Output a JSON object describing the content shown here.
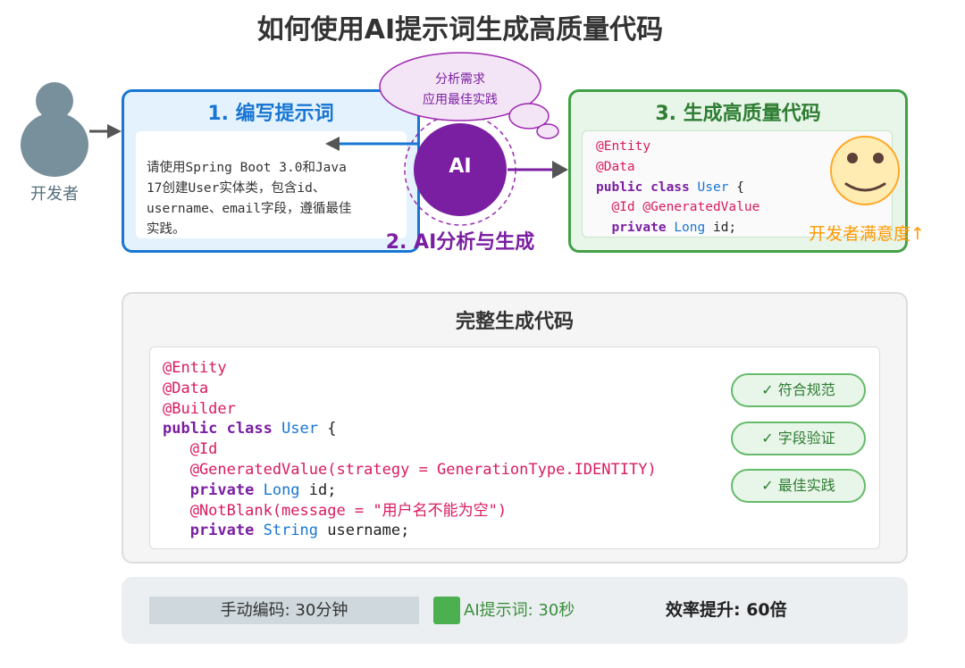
{
  "title": "如何使用AI提示词生成高质量代码",
  "developer": {
    "label": "开发者",
    "icon": "person-icon"
  },
  "step1": {
    "title": "1. 编写提示词",
    "prompt_lines": [
      "请使用Spring Boot 3.0和Java",
      "17创建User实体类，包含id、",
      "username、email字段，遵循最佳",
      "实践。"
    ]
  },
  "step2": {
    "title": "2. AI分析与生成",
    "ai_label": "AI",
    "bubble_lines": [
      "分析需求",
      "应用最佳实践"
    ]
  },
  "step3": {
    "title": "3. 生成高质量代码",
    "code": [
      [
        {
          "t": "@Entity",
          "k": "ann"
        }
      ],
      [
        {
          "t": "@Data",
          "k": "ann"
        }
      ],
      [
        {
          "t": "public class ",
          "k": "kw"
        },
        {
          "t": "User",
          "k": "ty"
        },
        {
          "t": " {",
          "k": "pl"
        }
      ],
      [
        {
          "t": "  @Id @GeneratedValue",
          "k": "ann"
        }
      ],
      [
        {
          "t": "  private ",
          "k": "kw"
        },
        {
          "t": "Long",
          "k": "ty"
        },
        {
          "t": " id;",
          "k": "pl"
        }
      ]
    ],
    "satisfaction": "开发者满意度↑",
    "smiley_icon": "smiley-face-icon"
  },
  "full_code": {
    "title": "完整生成代码",
    "code": [
      [
        {
          "t": "@Entity",
          "k": "ann"
        }
      ],
      [
        {
          "t": "@Data",
          "k": "ann"
        }
      ],
      [
        {
          "t": "@Builder",
          "k": "ann"
        }
      ],
      [
        {
          "t": "public class ",
          "k": "kw"
        },
        {
          "t": "User",
          "k": "ty"
        },
        {
          "t": " {",
          "k": "pl"
        }
      ],
      [
        {
          "t": "   @Id",
          "k": "ann"
        }
      ],
      [
        {
          "t": "   @GeneratedValue(strategy = GenerationType.IDENTITY)",
          "k": "ann"
        }
      ],
      [
        {
          "t": "   private ",
          "k": "kw"
        },
        {
          "t": "Long",
          "k": "ty"
        },
        {
          "t": " id;",
          "k": "pl"
        }
      ],
      [
        {
          "t": "   @NotBlank(message = \"用户名不能为空\")",
          "k": "ann"
        }
      ],
      [
        {
          "t": "   private ",
          "k": "kw"
        },
        {
          "t": "String",
          "k": "ty"
        },
        {
          "t": " username;",
          "k": "pl"
        }
      ]
    ],
    "badges": [
      "✓ 符合规范",
      "✓ 字段验证",
      "✓ 最佳实践"
    ]
  },
  "comparison": {
    "manual": "手动编码: 30分钟",
    "ai": "AI提示词: 30秒",
    "gain": "效率提升: 60倍"
  },
  "colors": {
    "blue": "#1976d2",
    "purple": "#7b1fa2",
    "green": "#43a047",
    "orange": "#ff9800"
  }
}
